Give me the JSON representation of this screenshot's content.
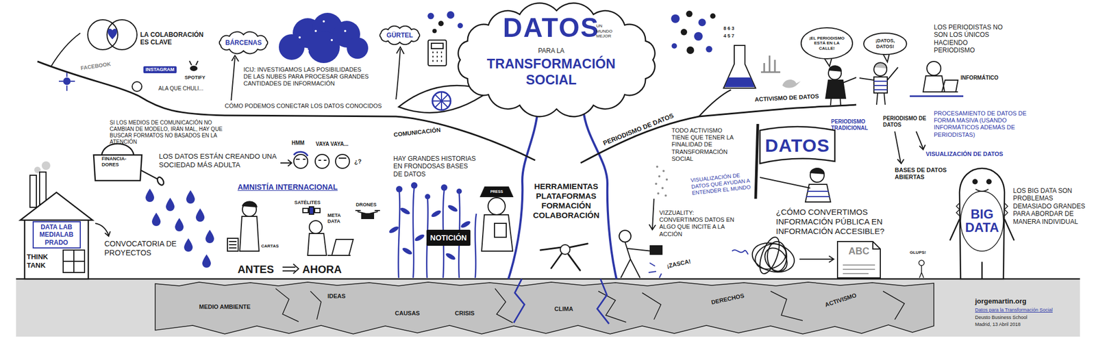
{
  "diagram": {
    "title": "DATOS",
    "nodes": [
      {
        "text": [
          "BÁRCENAS"
        ]
      },
      {
        "text": [
          "GÜRTEL"
        ]
      },
      {
        "text": [
          "¡EL PERIODISMO ESTÁ EN LA CALLE!"
        ]
      },
      {
        "text": [
          "¡DATOS, DATOS!"
        ]
      },
      {
        "text": [
          "DATA LAB MEDIALAB PRADO",
          "THINK TANK"
        ]
      },
      {
        "text": [
          "NOTICIÓN"
        ]
      },
      {
        "text": [
          "DATOS"
        ]
      },
      {
        "text": [
          "ABC"
        ]
      },
      {
        "text": [
          "BIG DATA"
        ]
      }
    ],
    "labels": [
      "UN MUNDO MEJOR",
      "PARA LA",
      "TRANSFORMACIÓN SOCIAL",
      "LA COLABORACIÓN ES CLAVE",
      "FACEBOOK",
      "INSTAGRAM",
      "SPOTIFY",
      "ALA QUE CHULI...",
      "SI LOS MEDIOS DE COMUNICACIÓN NO CAMBIAN DE MODELO, IRÁN MAL, HAY QUE BUSCAR FORMATOS NO BASADOS EN LA ATENCIÓN",
      "ICIJ: INVESTIGAMOS LAS POSIBILIDADES DE LAS NUBES PARA PROCESAR GRANDES CANTIDADES DE INFORMACIÓN",
      "CÓMO PODEMOS CONECTAR LOS DATOS CONOCIDOS",
      "COMUNICACIÓN",
      "LOS DATOS ESTÁN CREANDO UNA SOCIEDAD MÁS ADULTA",
      "HMM",
      "VAYA VAYA...",
      "¿?",
      "FINANCIA-DORES",
      "CONVOCATORIA DE PROYECTOS",
      "AMNISTÍA INTERNACIONAL",
      "SATÉLITES",
      "DRONES",
      "META DATA",
      "CARTAS",
      "ANTES",
      "AHORA",
      "HAY GRANDES HISTORIAS EN FRONDOSAS BASES DE DATOS",
      "PRESS",
      "HERRAMIENTAS PLATAFORMAS FORMACIÓN COLABORACIÓN",
      "PERIODISMO DE DATOS",
      "8 6 3",
      "4 5 7",
      "ACTIVISMO DE DATOS",
      "LOS PERIODISTAS NO SON LOS ÚNICOS HACIENDO PERIODISMO",
      "INFORMÁTICO",
      "PERIODISMO TRADICIONAL",
      "PERIODISMO DE DATOS",
      "PROCESAMIENTO DE DATOS DE FORMA MASIVA (USANDO INFORMÁTICOS ADEMÁS DE PERIODISTAS)",
      "VISUALIZACIÓN DE DATOS",
      "BASES DE DATOS ABIERTAS",
      "TODO ACTIVISMO TIENE QUE TENER LA FINALIDAD DE TRANSFORMACIÓN SOCIAL",
      "VISUALIZACIÓN DE DATOS QUE AYUDAN A ENTENDER EL MUNDO",
      "VIZZUALITY: CONVERTIMOS DATOS EN ALGO QUE INCITE A LA ACCIÓN",
      "¡ZASCA!",
      "¿CÓMO CONVERTIMOS INFORMACIÓN PÚBLICA EN INFORMACIÓN ACCESIBLE?",
      "LOS BIG DATA SON PROBLEMAS DEMASIADO GRANDES PARA ABORDAR DE MANERA INDIVIDUAL",
      "GLUPS!",
      "MEDIO AMBIENTE",
      "IDEAS",
      "CAUSAS",
      "CRISIS",
      "CLIMA",
      "DERECHOS",
      "ACTIVISMO",
      "jorgemartin.org",
      "Datos para la Transformación Social",
      "Deusto Business School",
      "Madrid, 13 Abril 2018"
    ]
  }
}
